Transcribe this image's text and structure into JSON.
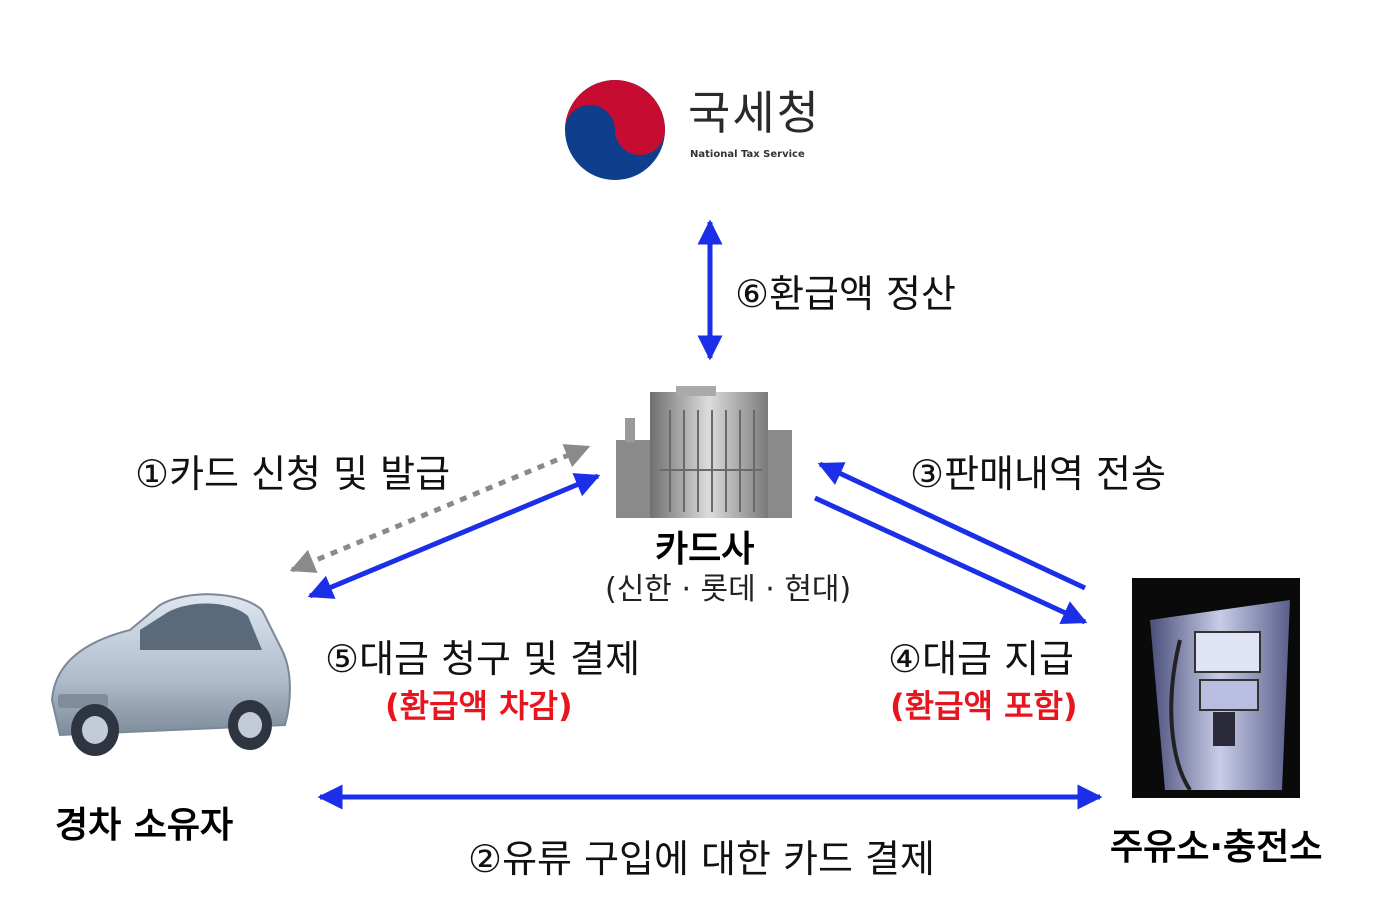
{
  "nts": {
    "name_ko": "국세청",
    "name_en": "National Tax Service"
  },
  "card_company": {
    "name": "카드사",
    "members": "(신한 · 롯데 · 현대)"
  },
  "car_owner": {
    "name": "경차 소유자"
  },
  "gas_station": {
    "name": "주유소·충전소"
  },
  "steps": {
    "s1": "①카드 신청 및 발급",
    "s2": "②유류 구입에 대한 카드 결제",
    "s3": "③판매내역 전송",
    "s4": "④대금 지급",
    "s4_note": "(환급액 포함)",
    "s5": "⑤대금 청구 및 결제",
    "s5_note": "(환급액 차감)",
    "s6": "⑥환급액 정산"
  },
  "colors": {
    "arrow": "#1b2ee8",
    "dotted_arrow": "#8a8a8a",
    "note_red": "#e8141e",
    "logo_red": "#c60c30",
    "logo_blue": "#0f3f8c"
  },
  "icons": {
    "nts": "taegeuk-logo-icon",
    "card_company": "office-building-icon",
    "car_owner": "compact-car-icon",
    "gas_station": "fuel-pump-icon"
  }
}
